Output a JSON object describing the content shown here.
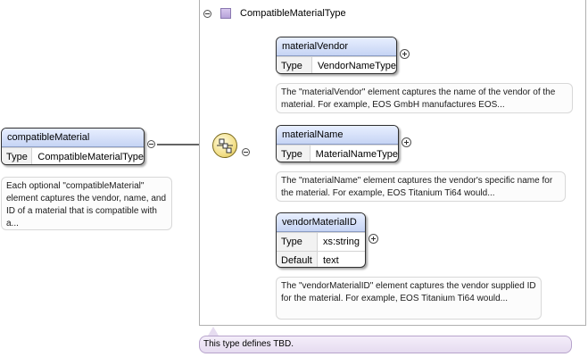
{
  "type": {
    "name": "CompatibleMaterialType",
    "description": "This type defines TBD."
  },
  "root_element": {
    "name": "compatibleMaterial",
    "rows": [
      {
        "key": "Type",
        "value": "CompatibleMaterialType"
      }
    ],
    "description": "Each optional \"compatibleMaterial\" element captures the vendor, name, and ID of a material that is compatible with a..."
  },
  "children": [
    {
      "name": "materialVendor",
      "rows": [
        {
          "key": "Type",
          "value": "VendorNameType"
        }
      ],
      "description": "The \"materialVendor\" element captures the name of the vendor of the material. For example, EOS GmbH manufactures EOS..."
    },
    {
      "name": "materialName",
      "rows": [
        {
          "key": "Type",
          "value": "MaterialNameType"
        }
      ],
      "description": "The \"materialName\" element captures the vendor's specific name for the material. For example, EOS Titanium Ti64 would..."
    },
    {
      "name": "vendorMaterialID",
      "rows": [
        {
          "key": "Type",
          "value": "xs:string"
        },
        {
          "key": "Default",
          "value": "text"
        }
      ],
      "description": "The \"vendorMaterialID\" element captures the vendor supplied ID for the material. For example, EOS Titanium Ti64 would..."
    }
  ]
}
